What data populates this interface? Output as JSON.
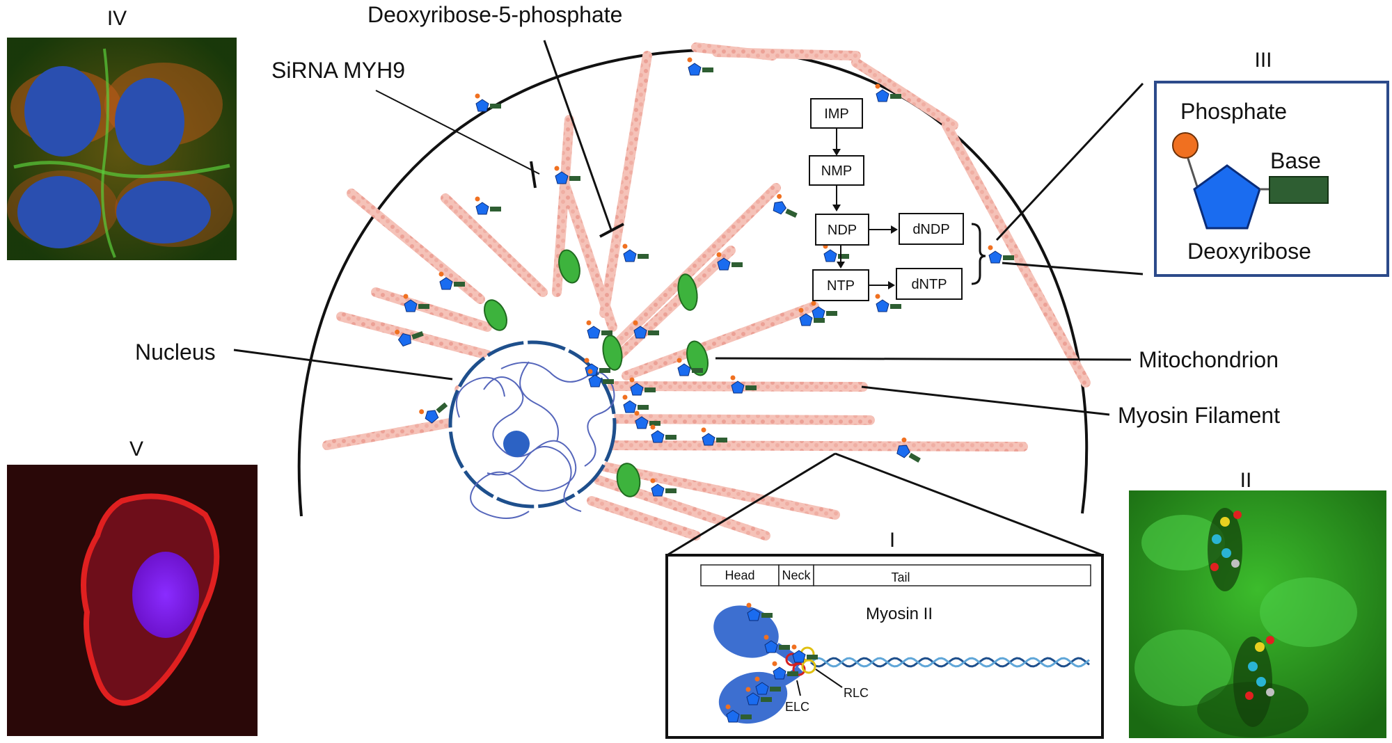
{
  "panels": {
    "iv": "IV",
    "v": "V",
    "iii": "III",
    "ii": "II",
    "i": "I"
  },
  "labels": {
    "deoxyribose_5_phosphate": "Deoxyribose-5-phosphate",
    "sirna_myh9": "SiRNA MYH9",
    "nucleus": "Nucleus",
    "mitochondrion": "Mitochondrion",
    "myosin_filament": "Myosin Filament"
  },
  "pathway": {
    "imp": "IMP",
    "nmp": "NMP",
    "ndp": "NDP",
    "dndp": "dNDP",
    "ntp": "NTP",
    "dntp": "dNTP"
  },
  "molecule": {
    "phosphate": "Phosphate",
    "base": "Base",
    "deoxyribose": "Deoxyribose"
  },
  "myosin": {
    "head": "Head",
    "neck": "Neck",
    "tail": "Tail",
    "title": "Myosin II",
    "rlc": "RLC",
    "elc": "ELC"
  },
  "colors": {
    "filament": "#f2b3a8",
    "pentagon": "#1a6cf0",
    "base": "#2e5e32",
    "phosphate": "#f07020",
    "mito": "#3db33d",
    "nucleus": "#1e4f8c",
    "frame": "#2c4a8a"
  }
}
